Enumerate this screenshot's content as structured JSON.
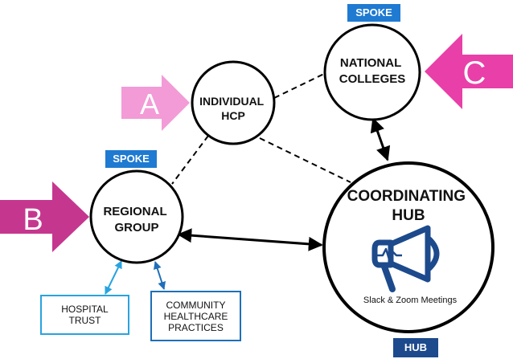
{
  "nodes": {
    "individual_hcp": [
      "INDIVIDUAL",
      "HCP"
    ],
    "national_colleges": [
      "NATIONAL",
      "COLLEGES"
    ],
    "regional_group": [
      "REGIONAL",
      "GROUP"
    ],
    "coordinating_hub": [
      "COORDINATING",
      "HUB"
    ],
    "hub_caption": "Slack & Zoom Meetings"
  },
  "tags": {
    "spoke_top": "SPOKE",
    "spoke_left": "SPOKE",
    "hub": "HUB"
  },
  "arrows": {
    "a": "A",
    "b": "B",
    "c": "C"
  },
  "boxes": {
    "hospital_trust": [
      "HOSPITAL",
      "TRUST"
    ],
    "community": [
      "COMMUNITY",
      "HEALTHCARE",
      "PRACTICES"
    ]
  },
  "colors": {
    "arrow_a": "#f29bd6",
    "arrow_b": "#c5378f",
    "arrow_c": "#e83fa8",
    "spoke_tag": "#1f7ad1",
    "hub_tag": "#1c4a8c",
    "megaphone": "#1c4a8c",
    "light_connector": "#29a3e0"
  },
  "icons": {
    "hub_icon": "megaphone-heartbeat-icon"
  }
}
